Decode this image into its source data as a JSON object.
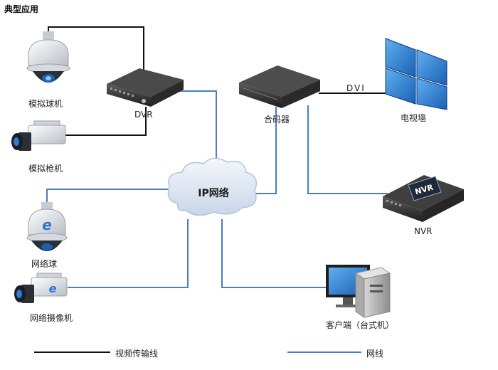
{
  "title": "典型应用",
  "devices": {
    "analog_dome": "模拟球机",
    "analog_bullet": "模拟枪机",
    "dvr": "DVR",
    "composer": "合码器",
    "tv_wall": "电视墙",
    "nvr": "NVR",
    "nvr_panel": "NVR",
    "network_dome": "网络球",
    "network_camera": "网络摄像机",
    "client": "客户端（台式机）"
  },
  "network": {
    "cloud_label": "IP网络",
    "dvi_label": "DVI"
  },
  "legend": {
    "video_line": "视频传输线",
    "network_line": "网线"
  },
  "colors": {
    "video_line": "#111111",
    "network_line": "#4a7cc7",
    "cloud": "#dde6f2",
    "monitor": "#1f6fc7"
  }
}
